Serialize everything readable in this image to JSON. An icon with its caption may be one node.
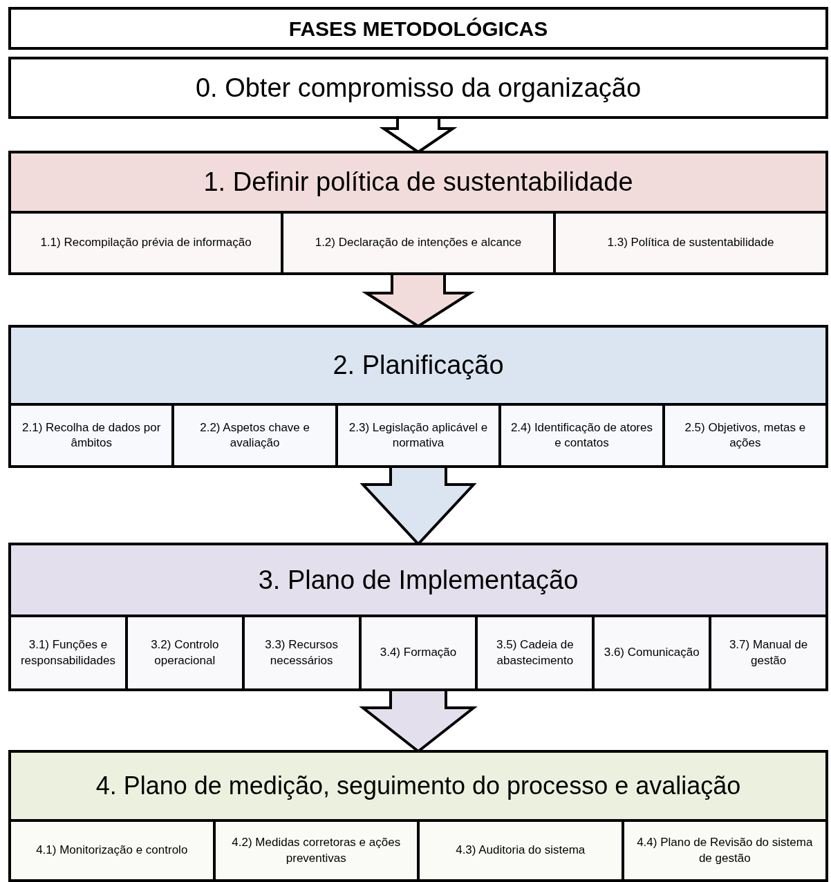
{
  "diagram": {
    "title": "FASES METODOLÓGICAS",
    "nodes": [
      {
        "text": [
          "0. Obter compromisso da organização"
        ]
      },
      {
        "text": [
          "1. Definir política de sustentabilidade"
        ]
      },
      {
        "text": [
          "1.1) Recompilação prévia de informação"
        ],
        "in": 1
      },
      {
        "text": [
          "1.2) Declaração de intenções e alcance"
        ],
        "in": 1
      },
      {
        "text": [
          "1.3) Política de sustentabilidade"
        ],
        "in": 1
      },
      {
        "text": [
          "2. Planificação"
        ]
      },
      {
        "text": [
          "2.1) Recolha de dados por âmbitos"
        ],
        "in": 5
      },
      {
        "text": [
          "2.2) Aspetos chave e avaliação"
        ],
        "in": 5
      },
      {
        "text": [
          "2.3) Legislação aplicável e normativa"
        ],
        "in": 5
      },
      {
        "text": [
          "2.4) Identificação de atores e contatos"
        ],
        "in": 5
      },
      {
        "text": [
          "2.5) Objetivos, metas e ações"
        ],
        "in": 5
      },
      {
        "text": [
          "3. Plano de Implementação"
        ]
      },
      {
        "text": [
          "3.1) Funções e responsabilidades"
        ],
        "in": 11
      },
      {
        "text": [
          "3.2) Controlo operacional"
        ],
        "in": 11
      },
      {
        "text": [
          "3.3) Recursos necessários"
        ],
        "in": 11
      },
      {
        "text": [
          "3.4) Formação"
        ],
        "in": 11
      },
      {
        "text": [
          "3.5) Cadeia de abastecimento"
        ],
        "in": 11
      },
      {
        "text": [
          "3.6) Comunicação"
        ],
        "in": 11
      },
      {
        "text": [
          "3.7) Manual de gestão"
        ],
        "in": 11
      },
      {
        "text": [
          "4. Plano de medição, seguimento do processo e avaliação"
        ]
      },
      {
        "text": [
          "4.1) Monitorização e controlo"
        ],
        "in": 19
      },
      {
        "text": [
          "4.2) Medidas corretoras e ações preventivas"
        ],
        "in": 19
      },
      {
        "text": [
          "4.3) Auditoria do sistema"
        ],
        "in": 19
      },
      {
        "text": [
          "4.4) Plano de Revisão do sistema de gestão"
        ],
        "in": 19
      }
    ],
    "edges": [
      {
        "from": 0,
        "to": 1,
        "arrow": "to"
      },
      {
        "from": 1,
        "to": 5,
        "arrow": "to"
      },
      {
        "from": 5,
        "to": 11,
        "arrow": "to"
      },
      {
        "from": 11,
        "to": 19,
        "arrow": "to"
      }
    ]
  }
}
